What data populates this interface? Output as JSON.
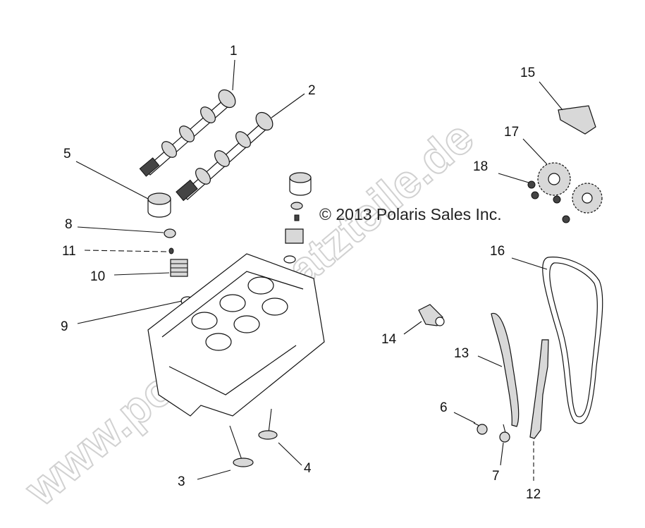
{
  "copyright": "© 2013 Polaris Sales Inc.",
  "watermark": "www.polarisersatzteile.de",
  "callouts": [
    "1",
    "2",
    "3",
    "4",
    "5",
    "6",
    "7",
    "8",
    "9",
    "10",
    "11",
    "12",
    "13",
    "14",
    "15",
    "16",
    "17",
    "18"
  ],
  "parts": [
    {
      "callout": "1",
      "name": "camshaft"
    },
    {
      "callout": "2",
      "name": "camshaft"
    },
    {
      "callout": "3",
      "name": "valve"
    },
    {
      "callout": "4",
      "name": "valve"
    },
    {
      "callout": "5",
      "name": "tappet"
    },
    {
      "callout": "6",
      "name": "bolt"
    },
    {
      "callout": "7",
      "name": "bolt"
    },
    {
      "callout": "8",
      "name": "spring-seat"
    },
    {
      "callout": "9",
      "name": "valve-seal"
    },
    {
      "callout": "10",
      "name": "valve-spring"
    },
    {
      "callout": "11",
      "name": "valve-keeper"
    },
    {
      "callout": "12",
      "name": "chain-guide"
    },
    {
      "callout": "13",
      "name": "chain-tensioner-blade"
    },
    {
      "callout": "14",
      "name": "chain-tensioner"
    },
    {
      "callout": "15",
      "name": "bracket"
    },
    {
      "callout": "16",
      "name": "timing-chain"
    },
    {
      "callout": "17",
      "name": "cam-sprocket"
    },
    {
      "callout": "18",
      "name": "nut"
    }
  ]
}
